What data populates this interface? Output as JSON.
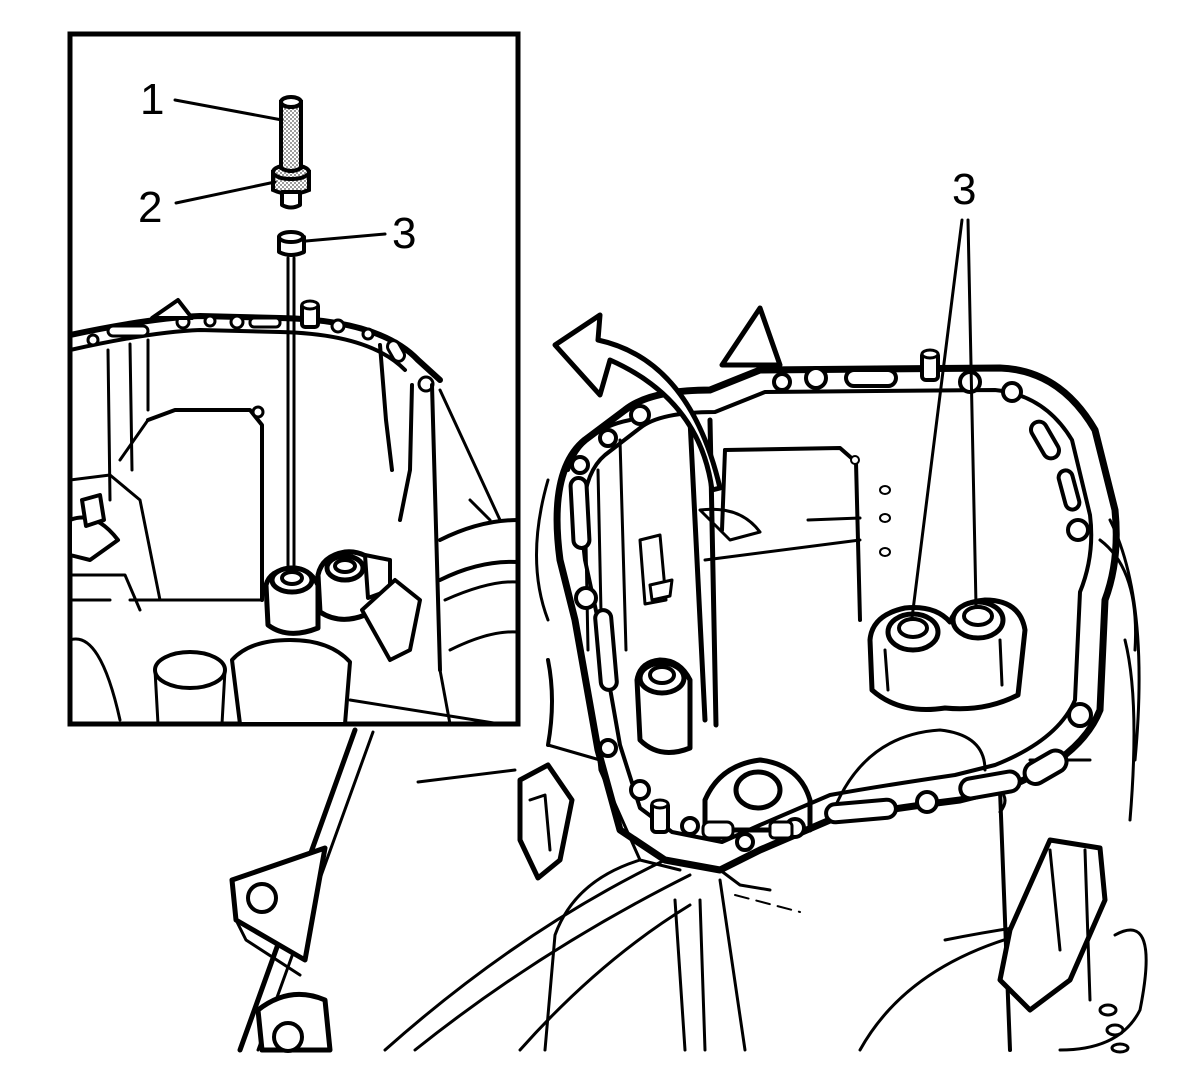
{
  "callouts": {
    "inset_1": "1",
    "inset_2": "2",
    "inset_3": "3",
    "main_3": "3"
  },
  "colors": {
    "line": "#000000",
    "background": "#ffffff"
  }
}
